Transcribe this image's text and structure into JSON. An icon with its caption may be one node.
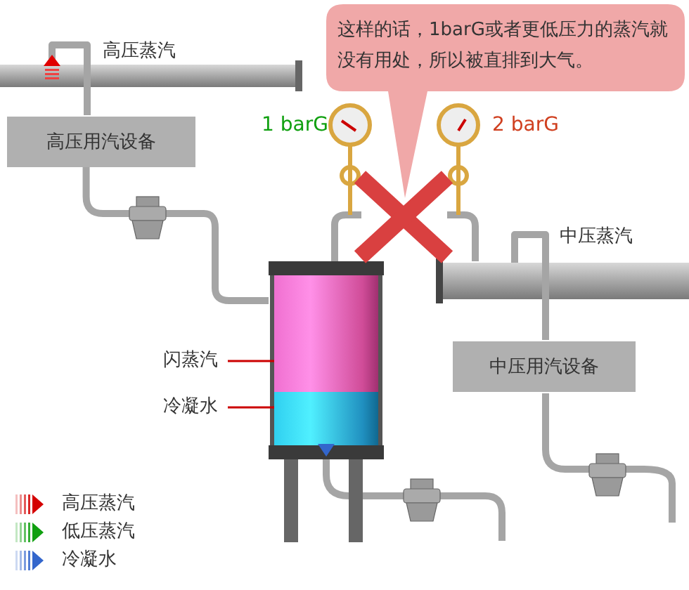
{
  "diagram": {
    "nodes": [
      {
        "text": [
          "这样的话，1barG或者更低压力的蒸汽就没有用处，所以被直排到大气。"
        ]
      },
      {
        "text": [
          "高压用汽设备"
        ]
      },
      {
        "text": [
          "中压用汽设备"
        ]
      },
      {
        "text": [],
        "shape": "cylinder"
      },
      {
        "text": [
          "闪蒸汽"
        ]
      },
      {
        "text": [],
        "shape": "box",
        "in": 3
      },
      {
        "text": [
          "冷凝水"
        ]
      },
      {
        "text": [],
        "shape": "box",
        "in": 3
      }
    ],
    "edges": [
      {
        "from": 1,
        "to": 3,
        "arrow": "none",
        "style": "thick",
        "color": "#a5a5a5"
      },
      {
        "from": 4,
        "to": 5,
        "arrow": "none",
        "color": "#cc0000"
      },
      {
        "from": 6,
        "to": 7,
        "arrow": "none",
        "color": "#cc0000"
      }
    ],
    "labels": [
      "高压蒸汽",
      "1 barG",
      "2 barG",
      "中压蒸汽"
    ],
    "legend": [
      {
        "text": "高压蒸汽",
        "color": "#d40000"
      },
      {
        "text": "低压蒸汽",
        "color": "#10a010"
      },
      {
        "text": "冷凝水",
        "color": "#3366cc"
      }
    ]
  }
}
